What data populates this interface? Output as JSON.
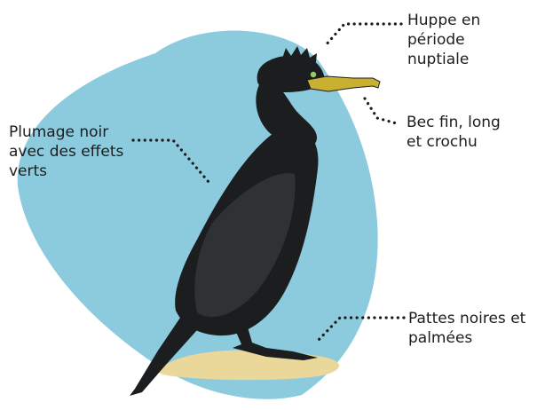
{
  "colors": {
    "blob": "#8ccbdd",
    "bird": "#1b1d1f",
    "bird_highlight": "#34383b",
    "beak": "#c9b030",
    "rock": "#ead89a",
    "dots": "#1b1b1b"
  },
  "annotations": {
    "crest": {
      "lines": [
        "Huppe en",
        "période",
        "nuptiale"
      ]
    },
    "beak": {
      "lines": [
        "Bec fin, long",
        "et crochu"
      ]
    },
    "plumage": {
      "lines": [
        "Plumage noir",
        "avec des effets",
        "verts"
      ]
    },
    "feet": {
      "lines": [
        "Pattes noires et",
        "palmées"
      ]
    }
  }
}
